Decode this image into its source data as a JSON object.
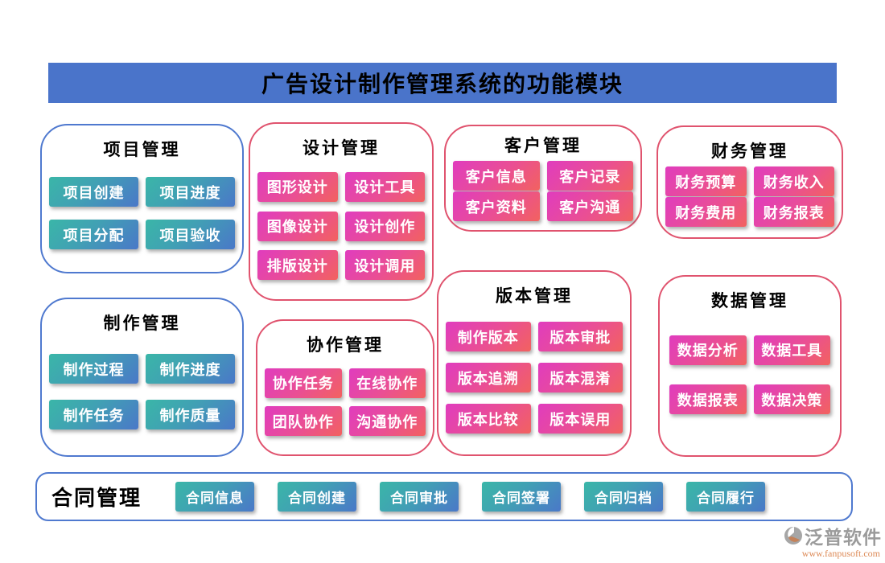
{
  "header": {
    "title": "广告设计制作管理系统的功能模块"
  },
  "modules": [
    {
      "title": "项目管理",
      "button_style": "teal",
      "buttons": [
        "项目创建",
        "项目进度",
        "项目分配",
        "项目验收"
      ]
    },
    {
      "title": "设计管理",
      "button_style": "pink",
      "buttons": [
        "图形设计",
        "设计工具",
        "图像设计",
        "设计创作",
        "排版设计",
        "设计调用"
      ]
    },
    {
      "title": "客户管理",
      "button_style": "pink",
      "buttons": [
        "客户信息",
        "客户记录",
        "客户资料",
        "客户沟通"
      ]
    },
    {
      "title": "财务管理",
      "button_style": "pink",
      "buttons": [
        "财务预算",
        "财务收入",
        "财务费用",
        "财务报表"
      ]
    },
    {
      "title": "制作管理",
      "button_style": "teal",
      "buttons": [
        "制作过程",
        "制作进度",
        "制作任务",
        "制作质量"
      ]
    },
    {
      "title": "协作管理",
      "button_style": "pink",
      "buttons": [
        "协作任务",
        "在线协作",
        "团队协作",
        "沟通协作"
      ]
    },
    {
      "title": "版本管理",
      "button_style": "pink",
      "buttons": [
        "制作版本",
        "版本审批",
        "版本追溯",
        "版本混淆",
        "版本比较",
        "版本误用"
      ]
    },
    {
      "title": "数据管理",
      "button_style": "pink",
      "buttons": [
        "数据分析",
        "数据工具",
        "数据报表",
        "数据决策"
      ]
    }
  ],
  "contract": {
    "title": "合同管理",
    "button_style": "teal",
    "buttons": [
      "合同信息",
      "合同创建",
      "合同审批",
      "合同签署",
      "合同归档",
      "合同履行"
    ]
  },
  "footer": {
    "brand": "泛普软件",
    "url": "www.fanpusoft.com"
  },
  "colors": {
    "header_bg": "#4a74ca",
    "blue_border": "#4f79cf",
    "red_border": "#e0536e",
    "teal_button_from": "#3ab6a8",
    "teal_button_to": "#4a78c8",
    "pink_button_from": "#e03cbe",
    "pink_button_to": "#f2625f",
    "brand_gray": "#9b9b9b",
    "url_orange": "#dd8a57"
  }
}
